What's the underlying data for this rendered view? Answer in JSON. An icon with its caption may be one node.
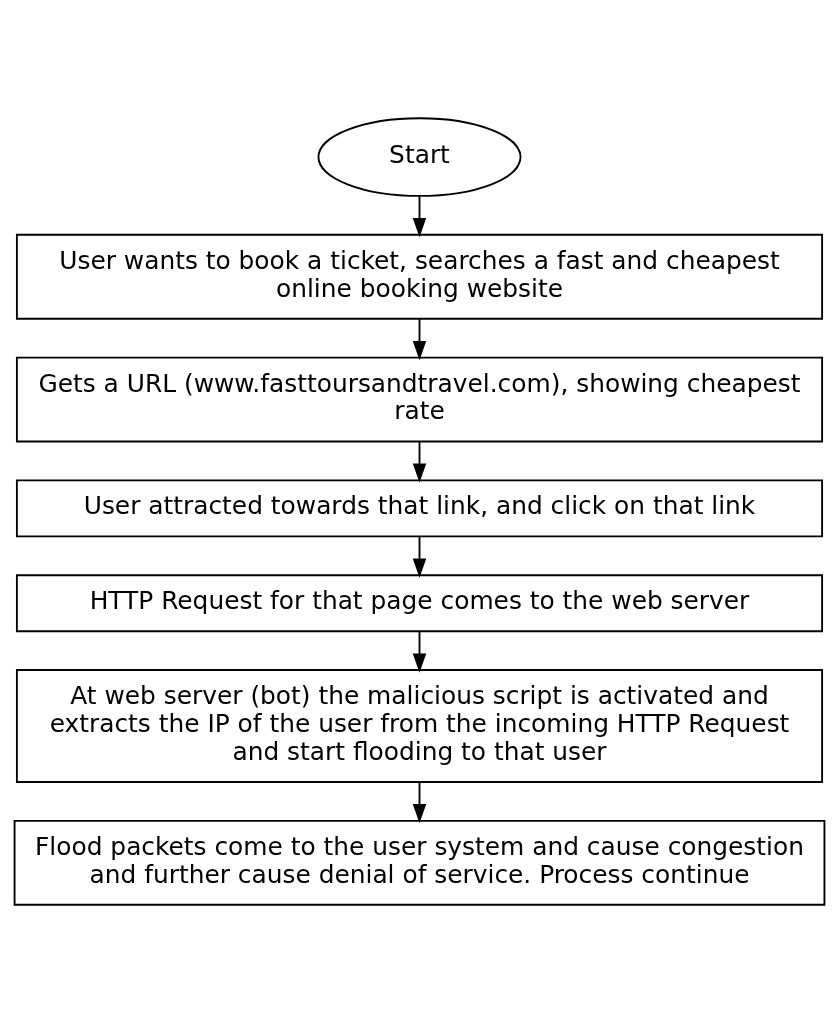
{
  "diagram": {
    "nodes": [
      {
        "text": [
          "Start"
        ]
      },
      {
        "text": [
          "User wants to book a ticket, searches a fast and cheapest online booking website"
        ]
      },
      {
        "text": [
          "Gets a URL (www.fasttoursandtravel.com), showing cheapest rate"
        ]
      },
      {
        "text": [
          "User attracted towards that link, and click on that link"
        ]
      },
      {
        "text": [
          "HTTP Request for that page comes to the web server"
        ]
      },
      {
        "text": [
          "At web server (bot) the malicious script is activated and extracts the IP of the user from the incoming HTTP Request and start flooding to that user"
        ]
      },
      {
        "text": [
          "Flood packets come to the user system and cause congestion and further cause denial of service. Process continue"
        ]
      }
    ],
    "edges": [
      {
        "from": 0,
        "to": 1,
        "arrow": "to"
      },
      {
        "from": 1,
        "to": 2,
        "arrow": "to"
      },
      {
        "from": 2,
        "to": 3,
        "arrow": "to"
      },
      {
        "from": 3,
        "to": 4,
        "arrow": "to"
      },
      {
        "from": 4,
        "to": 5,
        "arrow": "to"
      },
      {
        "from": 5,
        "to": 6,
        "arrow": "to"
      }
    ]
  }
}
